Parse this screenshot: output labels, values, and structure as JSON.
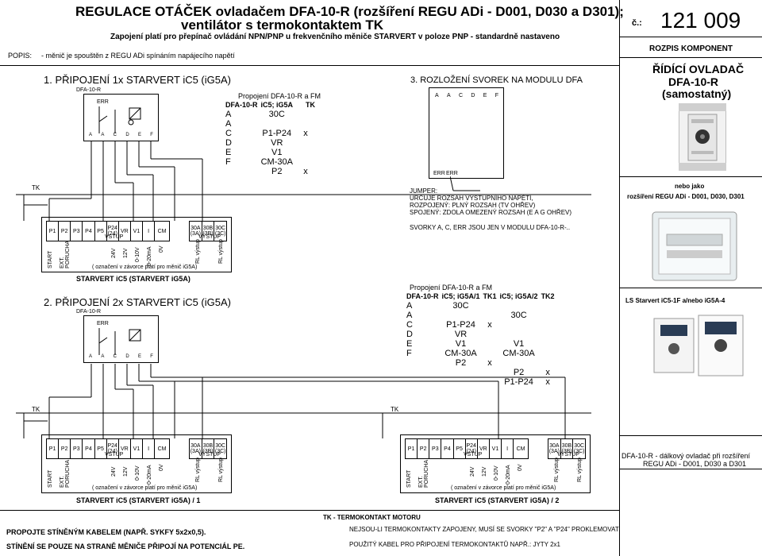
{
  "header": {
    "title_line1": "REGULACE OTÁČEK ovladačem DFA-10-R (rozšíření REGU ADi - D001, D030 a D301);",
    "title_line2": "ventilátor s termokontaktem TK",
    "subtitle": "Zapojení platí pro přepínač ovládání  NPN/PNP u frekvenčního měniče STARVERT v poloze PNP - standardně nastaveno",
    "popis_label": "POPIS:",
    "popis_text": "- měnič je spouštěn z REGU ADi spínáním napájecího napětí",
    "doc_no_label": "č.:",
    "doc_no": "121 009"
  },
  "right_panel": {
    "rozpis": "ROZPIS KOMPONENT",
    "comp_title1": "ŘÍDÍCÍ  OVLADAČ",
    "comp_title2": "DFA-10-R",
    "comp_title3": "(samostatný)",
    "nebo_jako": "nebo jako",
    "rozsireni": "rozšíření REGU ADi -  D001, D030, D301",
    "ls_label": "LS Starvert iC5-1F a/nebo iG5A-4",
    "dalkovy1": "DFA-10-R - dálkový ovladač při rozšíření",
    "dalkovy2": "REGU ADi - D001, D030 a D301"
  },
  "section1": {
    "title": "1. PŘIPOJENÍ 1x STARVERT iC5  (iG5A)",
    "dfa_label": "DFA-10-R",
    "err": "ERR",
    "dfa_terms": [
      "A",
      "A",
      "C",
      "D",
      "E",
      "F"
    ],
    "tk": "TK",
    "inverter_caption": "STARVERT iC5   (STARVERT iG5A)",
    "table": {
      "title": "Propojení DFA-10-R a FM",
      "headers": [
        "DFA-10-R",
        "iC5; iG5A",
        "TK"
      ],
      "rows": [
        [
          "A",
          "30C",
          ""
        ],
        [
          "A",
          "",
          ""
        ],
        [
          "C",
          "P1-P24",
          "x"
        ],
        [
          "D",
          "VR",
          ""
        ],
        [
          "E",
          "V1",
          ""
        ],
        [
          "F",
          "CM-30A",
          ""
        ],
        [
          "",
          "P2",
          "x"
        ]
      ]
    }
  },
  "section2": {
    "title": "2. PŘIPOJENÍ 2x STARVERT iC5  (iG5A)",
    "dfa_label": "DFA-10-R",
    "err": "ERR",
    "dfa_terms": [
      "A",
      "A",
      "C",
      "D",
      "E",
      "F"
    ],
    "tk1": "TK",
    "tk2": "TK",
    "inverter1_caption": "STARVERT iC5    (STARVERT iG5A) / 1",
    "inverter2_caption": "STARVERT iC5    (STARVERT iG5A) / 2",
    "table": {
      "title": "Propojení DFA-10-R a FM",
      "headers": [
        "DFA-10-R",
        "iC5; iG5A/1",
        "TK1",
        "iC5; iG5A/2",
        "TK2"
      ],
      "rows": [
        [
          "A",
          "30C",
          "",
          "",
          ""
        ],
        [
          "A",
          "",
          "",
          "30C",
          ""
        ],
        [
          "C",
          "P1-P24",
          "x",
          "",
          ""
        ],
        [
          "D",
          "VR",
          "",
          "",
          ""
        ],
        [
          "E",
          "V1",
          "",
          "V1",
          ""
        ],
        [
          "F",
          "CM-30A",
          "",
          "CM-30A",
          ""
        ],
        [
          "",
          "P2",
          "x",
          "",
          ""
        ],
        [
          "",
          "",
          "",
          "P2",
          "x"
        ],
        [
          "",
          "",
          "",
          "P1-P24",
          "x"
        ]
      ]
    }
  },
  "section3": {
    "title": "3. ROZLOŽENÍ SVOREK NA MODULU DFA",
    "terms": [
      "A",
      "A",
      "C",
      "D",
      "E",
      "F"
    ],
    "err1": "ERR",
    "err2": "ERR",
    "jumper": "JUMPER:",
    "line1": "URČUJE ROZSAH VÝSTUPNÍHO NAPĚTÍ,",
    "line2": "ROZPOJENÝ: PLNÝ ROZSAH (TV OHŘEV)",
    "line3": "SPOJENÝ: ZDOLA OMEZENÝ ROZSAH (E A G OHŘEV)",
    "note": "SVORKY A, C, ERR JSOU JEN V MODULU DFA-10-R-.."
  },
  "inverter": {
    "terms_left": [
      "P1",
      "P2",
      "P3",
      "P4",
      "P5",
      "P24\n(24)",
      "VR",
      "V1",
      "I",
      "CM"
    ],
    "terms_right": [
      "30A\n(3A)",
      "30B\n(3B)",
      "30C\n(3C)"
    ],
    "vstup": "VSTUP",
    "vystup": "VÝSTUP",
    "vlabels": [
      "START",
      "EXT.\nPORUCHA",
      "24V",
      "12V",
      "0-10V",
      "0-20mA",
      "0V",
      "RL výstup",
      "RL výstup"
    ],
    "note": "( označení v závorce platí pro měnič iG5A)"
  },
  "footer": {
    "line1": "PROPOJTE STÍNĚNÝM KABELEM (NAPŘ. SYKFY 5x2x0,5).",
    "line2": "STÍNĚNÍ SE POUZE NA STRANĚ MĚNIČE PŘIPOJÍ NA POTENCIÁL PE.",
    "tk_title": "TK - TERMOKONTAKT MOTORU",
    "tk_note1": "NEJSOU-LI TERMOKONTAKTY ZAPOJENY, MUSÍ SE SVORKY \"P2\" A \"P24\" PROKLEMOVAT",
    "tk_note2": "POUŽITÝ KABEL PRO PŘIPOJENÍ TERMOKONTAKTŮ NAPŘ.: JYTY 2x1"
  }
}
